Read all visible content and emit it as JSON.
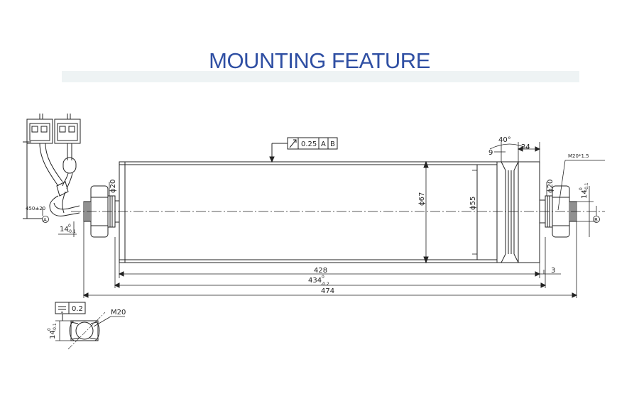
{
  "title": "MOUNTING FEATURE",
  "colors": {
    "title": "#2f4fa3",
    "line": "#222222",
    "band": "#eef3f4"
  },
  "tolerance_frame": {
    "symbol": "circular-runout-icon",
    "value": "0.25",
    "datum_a": "A",
    "datum_b": "B"
  },
  "groove": {
    "angle": "40°",
    "width": "24",
    "depth": "9"
  },
  "diameters": {
    "shaft_left": "ϕ20",
    "tube": "ϕ67",
    "groove": "ϕ55",
    "shaft_right": "ϕ20"
  },
  "thread_label": "M20*1.5",
  "cable_length": "450±20",
  "datum_left": "A",
  "datum_right": "B",
  "flat_left": {
    "base": "14",
    "upper": "0",
    "lower": "-0.1"
  },
  "flat_right": {
    "base": "14",
    "upper": "0",
    "lower": "-0.1"
  },
  "dimensions": {
    "d428": "428",
    "d3": "3",
    "d434": {
      "base": "434",
      "upper": "0",
      "lower": "-0.2"
    },
    "d474": "474"
  },
  "section": {
    "flatness_value": "0.2",
    "thread": "M20",
    "flat": {
      "base": "14",
      "upper": "0",
      "lower": "-0.1"
    }
  }
}
